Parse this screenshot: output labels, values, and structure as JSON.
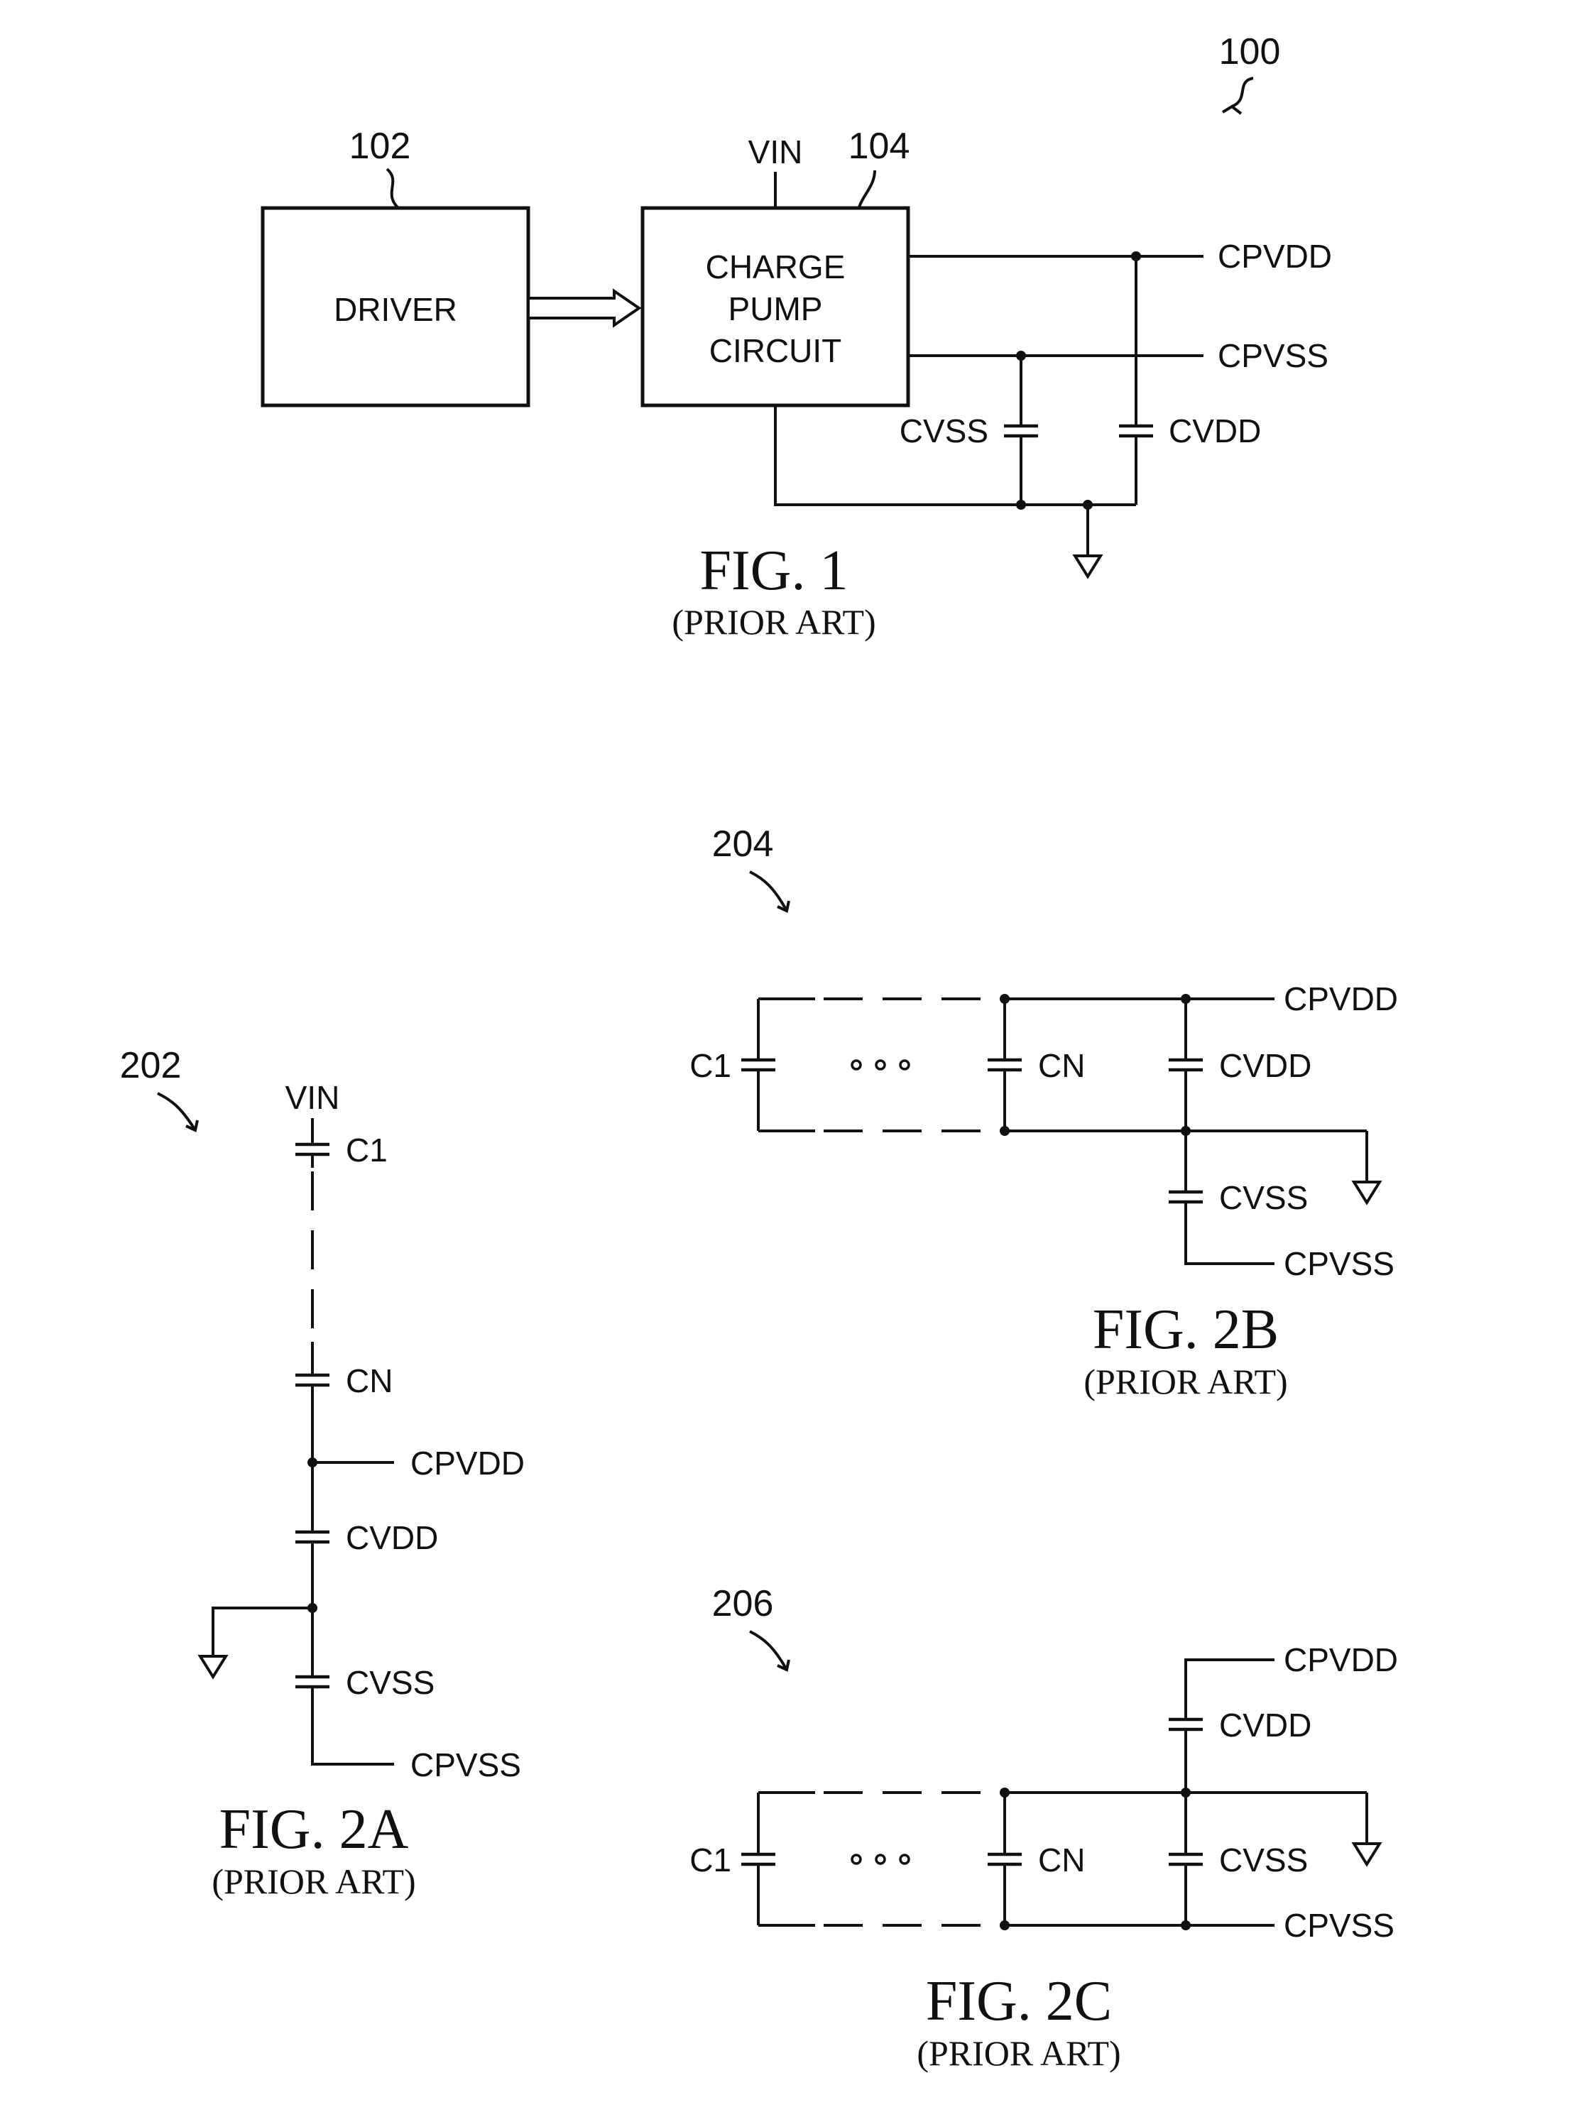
{
  "fig1": {
    "ref_system": "100",
    "ref_driver": "102",
    "ref_pump": "104",
    "driver_label": "DRIVER",
    "pump_line1": "CHARGE",
    "pump_line2": "PUMP",
    "pump_line3": "CIRCUIT",
    "vin": "VIN",
    "cpvdd": "CPVDD",
    "cpvss": "CPVSS",
    "cvss": "CVSS",
    "cvdd": "CVDD",
    "title": "FIG. 1",
    "subtitle": "(PRIOR ART)"
  },
  "fig2a": {
    "ref": "202",
    "vin": "VIN",
    "c1": "C1",
    "cn": "CN",
    "cpvdd": "CPVDD",
    "cvdd": "CVDD",
    "cvss": "CVSS",
    "cpvss": "CPVSS",
    "title": "FIG. 2A",
    "subtitle": "(PRIOR ART)"
  },
  "fig2b": {
    "ref": "204",
    "c1": "C1",
    "cn": "CN",
    "cvdd": "CVDD",
    "cvss": "CVSS",
    "cpvdd": "CPVDD",
    "cpvss": "CPVSS",
    "title": "FIG. 2B",
    "subtitle": "(PRIOR ART)"
  },
  "fig2c": {
    "ref": "206",
    "c1": "C1",
    "cn": "CN",
    "cvdd": "CVDD",
    "cvss": "CVSS",
    "cpvdd": "CPVDD",
    "cpvss": "CPVSS",
    "title": "FIG. 2C",
    "subtitle": "(PRIOR ART)"
  }
}
